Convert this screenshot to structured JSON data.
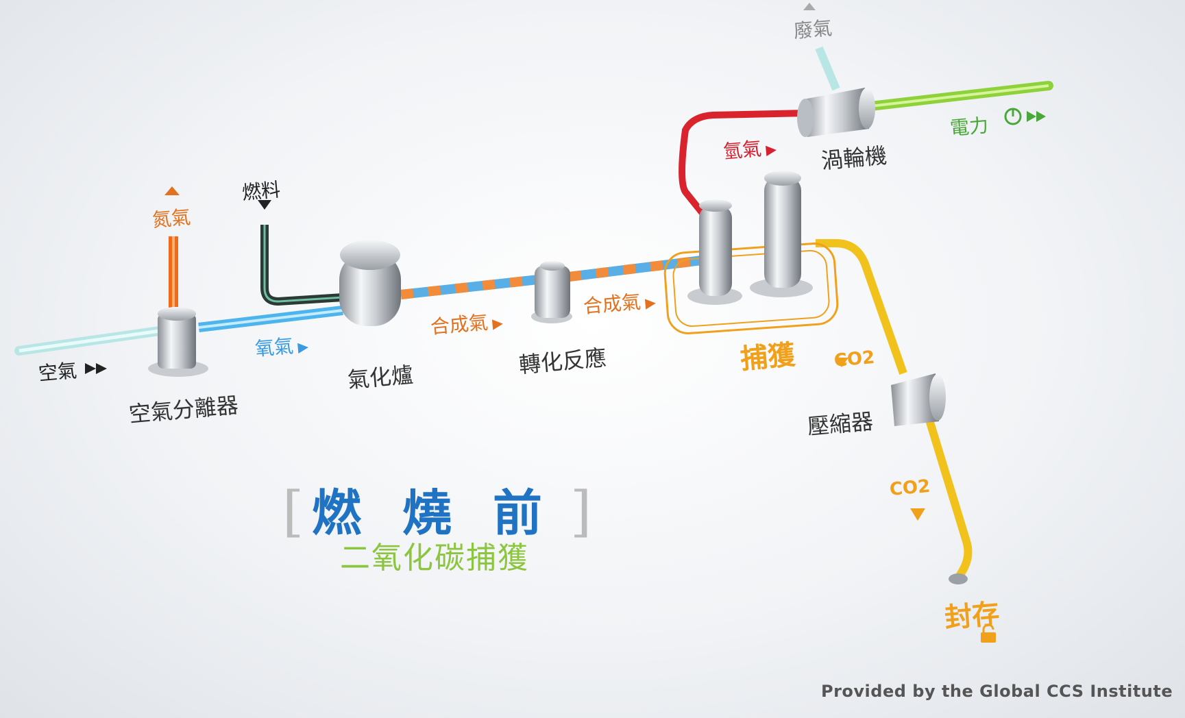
{
  "labels": {
    "air": "空氣",
    "nitrogen": "氮氣",
    "fuel": "燃料",
    "oxygen": "氧氣",
    "air_separator": "空氣分離器",
    "gasifier": "氣化爐",
    "syngas1": "合成氣",
    "syngas2": "合成氣",
    "shift_reactor": "轉化反應",
    "capture": "捕獲",
    "hydrogen": "氫氣",
    "turbine": "渦輪機",
    "exhaust": "廢氣",
    "electricity": "電力",
    "co2_1": "CO2",
    "co2_2": "CO2",
    "compressor": "壓縮器",
    "storage": "封存"
  },
  "title": {
    "main": "燃燒前",
    "sub": "二氧化碳捕獲"
  },
  "credit": "Provided by the Global CCS Institute",
  "colors": {
    "oxygen": "#3a9be0",
    "nitrogen": "#e2721f",
    "hydrogen": "#d6202f",
    "electricity": "#4aa83a",
    "co2": "#f0a01a",
    "title": "#1f73c2",
    "subtitle": "#8cc63f"
  }
}
